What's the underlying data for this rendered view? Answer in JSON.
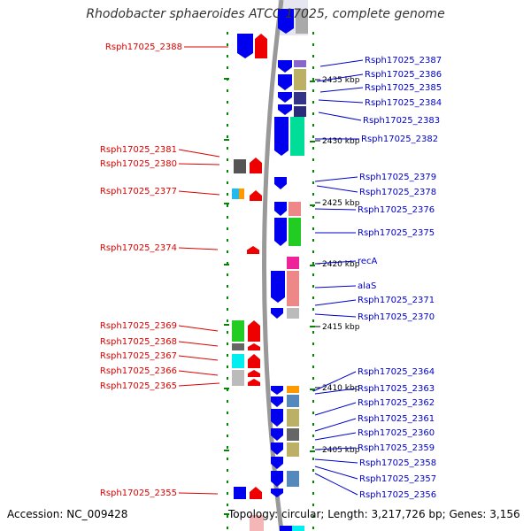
{
  "title": "Rhodobacter sphaeroides ATCC 17025, complete genome",
  "accession": "Accession: NC_009428",
  "topology": "Topology: circular; Length: 3,217,726 bp; Genes: 3,156",
  "colors": {
    "left_label": "#dd0000",
    "right_label": "#0000cc",
    "backbone": "#888888",
    "tick": "#008800"
  },
  "left_labels": [
    "Rsph17025_2388",
    "Rsph17025_2381",
    "Rsph17025_2380",
    "Rsph17025_2377",
    "Rsph17025_2374",
    "Rsph17025_2369",
    "Rsph17025_2368",
    "Rsph17025_2367",
    "Rsph17025_2366",
    "Rsph17025_2365",
    "Rsph17025_2355"
  ],
  "right_labels": [
    "Rsph17025_2387",
    "Rsph17025_2386",
    "Rsph17025_2385",
    "Rsph17025_2384",
    "Rsph17025_2383",
    "Rsph17025_2382",
    "Rsph17025_2379",
    "Rsph17025_2378",
    "Rsph17025_2376",
    "Rsph17025_2375",
    "recA",
    "alaS",
    "Rsph17025_2371",
    "Rsph17025_2370",
    "Rsph17025_2364",
    "Rsph17025_2363",
    "Rsph17025_2362",
    "Rsph17025_2361",
    "Rsph17025_2360",
    "Rsph17025_2359",
    "Rsph17025_2358",
    "Rsph17025_2357",
    "Rsph17025_2356"
  ],
  "kbp_labels": [
    "2435 kbp",
    "2430 kbp",
    "2425 kbp",
    "2420 kbp",
    "2415 kbp",
    "2410 kbp",
    "2405 kbp"
  ]
}
